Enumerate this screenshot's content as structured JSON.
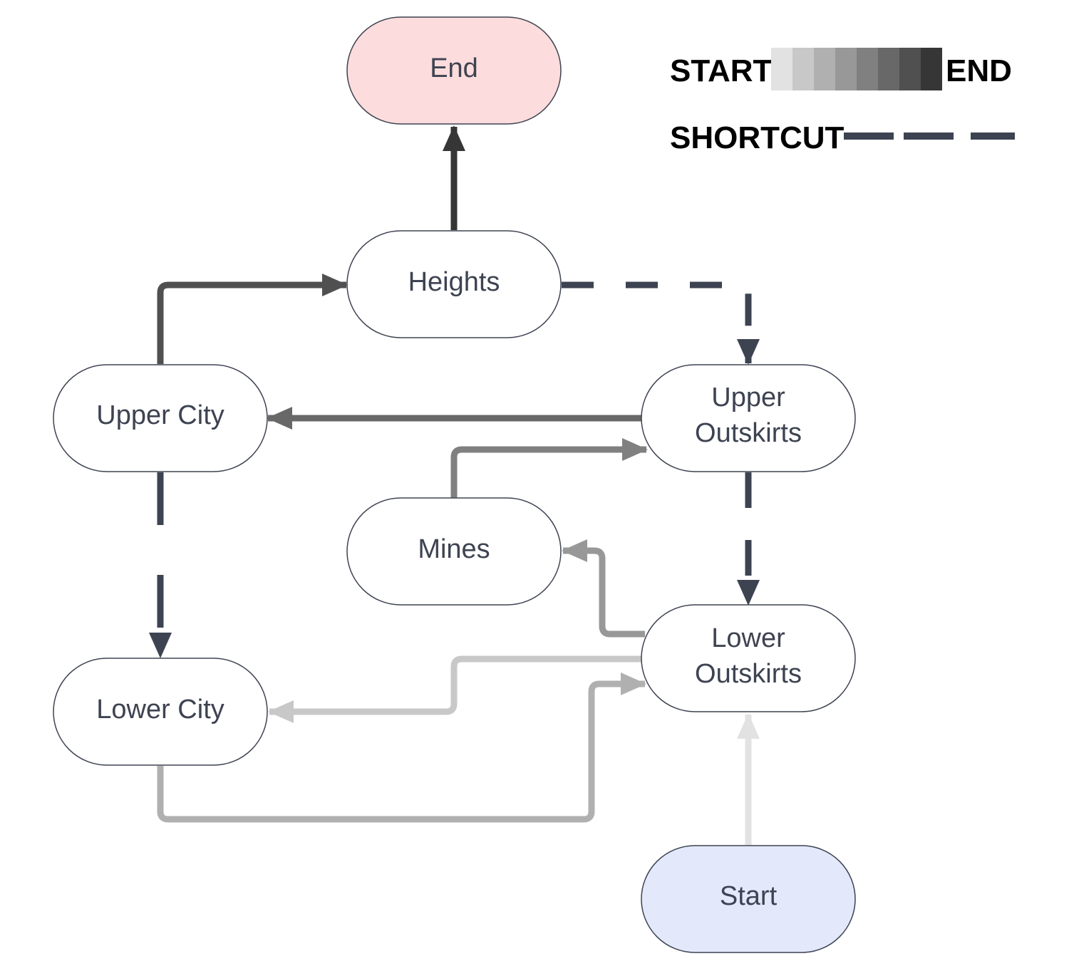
{
  "legend": {
    "start_label": "START",
    "end_label": "END",
    "shortcut_label": "SHORTCUT",
    "gradient_colors": [
      "#e2e2e2",
      "#c8c8c8",
      "#b0b0b0",
      "#989898",
      "#808080",
      "#686868",
      "#505050",
      "#363636"
    ],
    "shortcut_color": "#3d4351"
  },
  "nodes": {
    "end": {
      "label": "End",
      "fill": "#fcdcdc"
    },
    "heights": {
      "label": "Heights",
      "fill": "#ffffff"
    },
    "upper_city": {
      "label": "Upper City",
      "fill": "#ffffff"
    },
    "upper_outskirts": {
      "label_line1": "Upper",
      "label_line2": "Outskirts",
      "fill": "#ffffff"
    },
    "mines": {
      "label": "Mines",
      "fill": "#ffffff"
    },
    "lower_outskirts": {
      "label_line1": "Lower",
      "label_line2": "Outskirts",
      "fill": "#ffffff"
    },
    "lower_city": {
      "label": "Lower City",
      "fill": "#ffffff"
    },
    "start": {
      "label": "Start",
      "fill": "#e3e8fb"
    }
  },
  "edges": [
    {
      "from": "Start",
      "to": "Lower Outskirts",
      "color": "#e2e2e2",
      "style": "solid"
    },
    {
      "from": "Lower Outskirts",
      "to": "Lower City",
      "color": "#c8c8c8",
      "style": "solid"
    },
    {
      "from": "Lower City",
      "to": "Lower Outskirts",
      "color": "#b0b0b0",
      "style": "solid"
    },
    {
      "from": "Lower Outskirts",
      "to": "Mines",
      "color": "#989898",
      "style": "solid"
    },
    {
      "from": "Mines",
      "to": "Upper Outskirts",
      "color": "#808080",
      "style": "solid"
    },
    {
      "from": "Upper Outskirts",
      "to": "Upper City",
      "color": "#686868",
      "style": "solid"
    },
    {
      "from": "Upper City",
      "to": "Heights",
      "color": "#505050",
      "style": "solid"
    },
    {
      "from": "Heights",
      "to": "End",
      "color": "#363636",
      "style": "solid"
    },
    {
      "from": "Heights",
      "to": "Upper Outskirts",
      "color": "#3d4351",
      "style": "dashed"
    },
    {
      "from": "Upper Outskirts",
      "to": "Lower Outskirts",
      "color": "#3d4351",
      "style": "dashed"
    },
    {
      "from": "Upper City",
      "to": "Lower City",
      "color": "#3d4351",
      "style": "dashed"
    }
  ]
}
